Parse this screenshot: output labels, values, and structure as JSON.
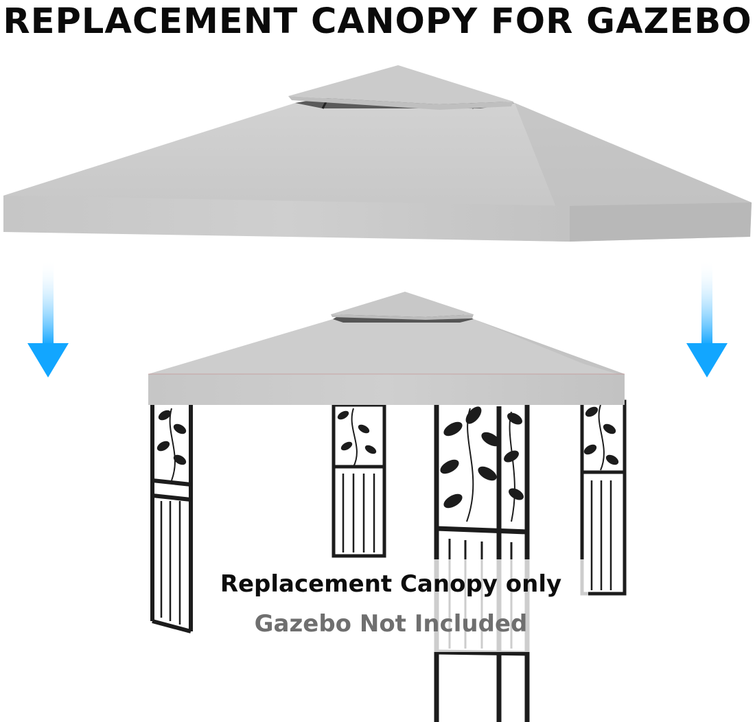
{
  "headline": "REPLACEMENT CANOPY FOR GAZEBO",
  "note": {
    "line1": "Replacement Canopy only",
    "line2": "Gazebo Not Included"
  },
  "colors": {
    "canopy": "#c9c9c9",
    "canopy_edge": "#bdbdbd",
    "frame": "#1c1c1c",
    "arrow": "#12a6ff",
    "text_dark": "#0d0d0d",
    "text_muted": "#6f6f6f"
  },
  "icons": {
    "arrow_left": "arrow-down-icon",
    "arrow_right": "arrow-down-icon"
  }
}
